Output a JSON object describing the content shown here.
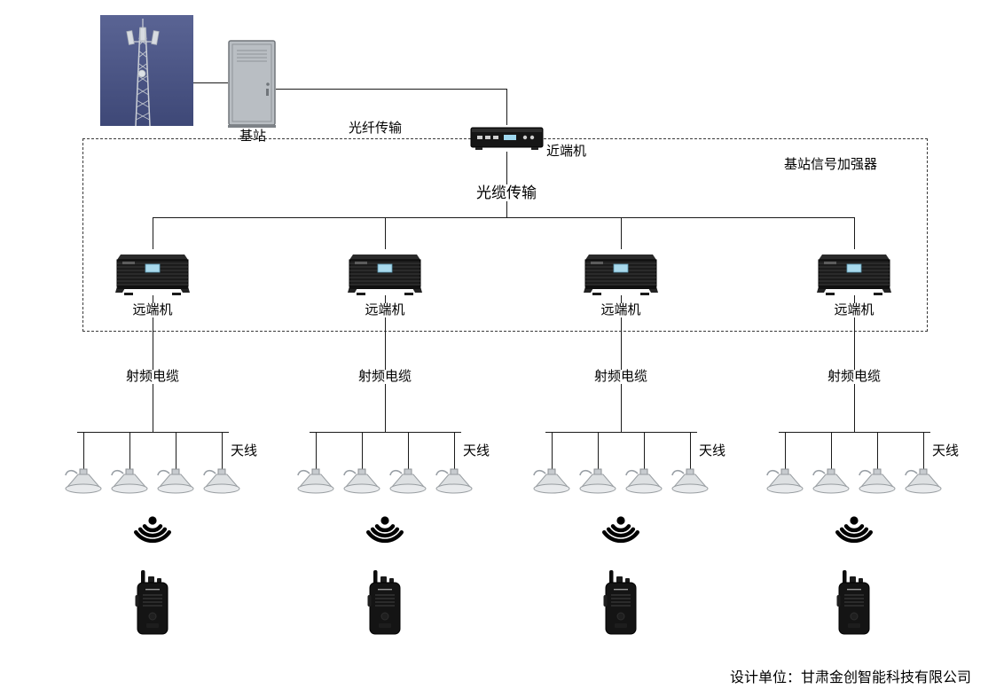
{
  "diagram": {
    "labels": {
      "base_station": "基站",
      "fiber_transmission": "光纤传输",
      "near_end_unit": "近端机",
      "signal_booster": "基站信号加强器",
      "optical_cable_transmission": "光缆传输"
    },
    "branches": [
      {
        "remote_unit": "远端机",
        "rf_cable": "射频电缆",
        "antenna": "天线"
      },
      {
        "remote_unit": "远端机",
        "rf_cable": "射频电缆",
        "antenna": "天线"
      },
      {
        "remote_unit": "远端机",
        "rf_cable": "射频电缆",
        "antenna": "天线"
      },
      {
        "remote_unit": "远端机",
        "rf_cable": "射频电缆",
        "antenna": "天线"
      }
    ],
    "footer": "设计单位：甘肃金创智能科技有限公司",
    "icons": {
      "cell_tower_photo": "cell-tower-photo",
      "equipment_cabinet": "outdoor-equipment-cabinet",
      "near_end_device": "near-end-unit-device",
      "remote_device": "remote-unit-device",
      "ceiling_antenna": "ceiling-antenna-icon",
      "signal_broadcast": "signal-broadcast-icon",
      "walkie_talkie": "walkie-talkie-icon"
    },
    "colors": {
      "line": "#1a1a1a",
      "sky_photo": "#4e598b",
      "device_body": "#1b1b1b",
      "display_blue": "#a9d9ec",
      "antenna_gray": "#dde0e2"
    }
  }
}
